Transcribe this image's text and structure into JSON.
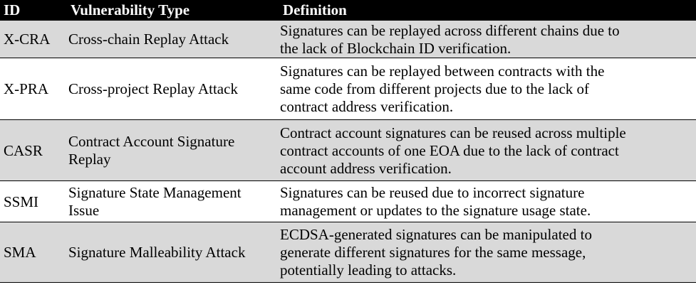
{
  "table": {
    "headers": [
      "ID",
      "Vulnerability Type",
      "Definition"
    ],
    "rows": [
      {
        "id": "X-CRA",
        "type": [
          "Cross-chain Replay Attack"
        ],
        "definition": [
          "Signatures can be replayed across different chains due to",
          "the lack of Blockchain ID verification."
        ]
      },
      {
        "id": "X-PRA",
        "type": [
          "Cross-project Replay Attack"
        ],
        "definition": [
          "Signatures can be replayed between contracts with the",
          "same code from different projects due to the lack of",
          "contract address verification."
        ]
      },
      {
        "id": "CASR",
        "type": [
          "Contract Account Signature",
          "Replay"
        ],
        "definition": [
          "Contract account signatures can be reused across multiple",
          "contract accounts of one EOA due to the lack of  contract",
          "account address verification."
        ]
      },
      {
        "id": "SSMI",
        "type": [
          "Signature State Management",
          "Issue"
        ],
        "definition": [
          "Signatures can be reused due to incorrect signature",
          "management or updates to the signature usage state."
        ]
      },
      {
        "id": "SMA",
        "type": [
          "Signature Malleability Attack"
        ],
        "definition": [
          "ECDSA-generated signatures can be manipulated to",
          "generate different signatures for the same message,",
          "potentially leading to attacks."
        ]
      }
    ]
  }
}
